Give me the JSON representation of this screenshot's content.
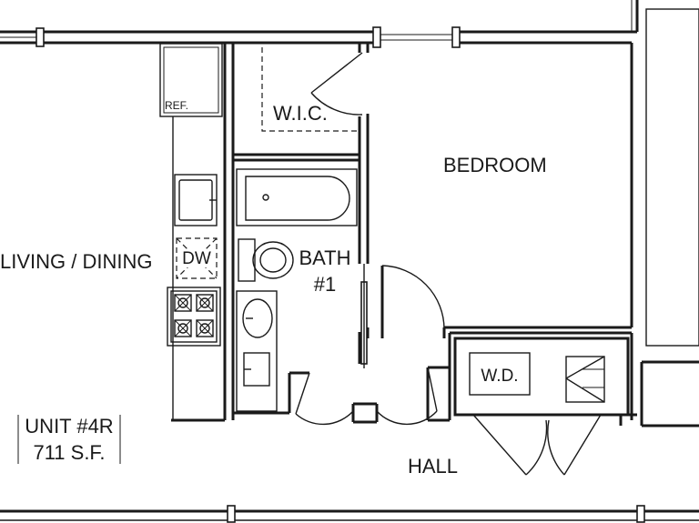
{
  "rooms": {
    "living_dining": "LIVING / DINING",
    "bedroom": "BEDROOM",
    "wic": "W.I.C.",
    "bath_name": "BATH",
    "bath_number": "#1",
    "hall": "HALL"
  },
  "fixtures": {
    "refrigerator": "REF.",
    "dishwasher": "DW",
    "washer_dryer": "W.D."
  },
  "unit": {
    "number": "UNIT #4R",
    "area": "711 S.F."
  }
}
